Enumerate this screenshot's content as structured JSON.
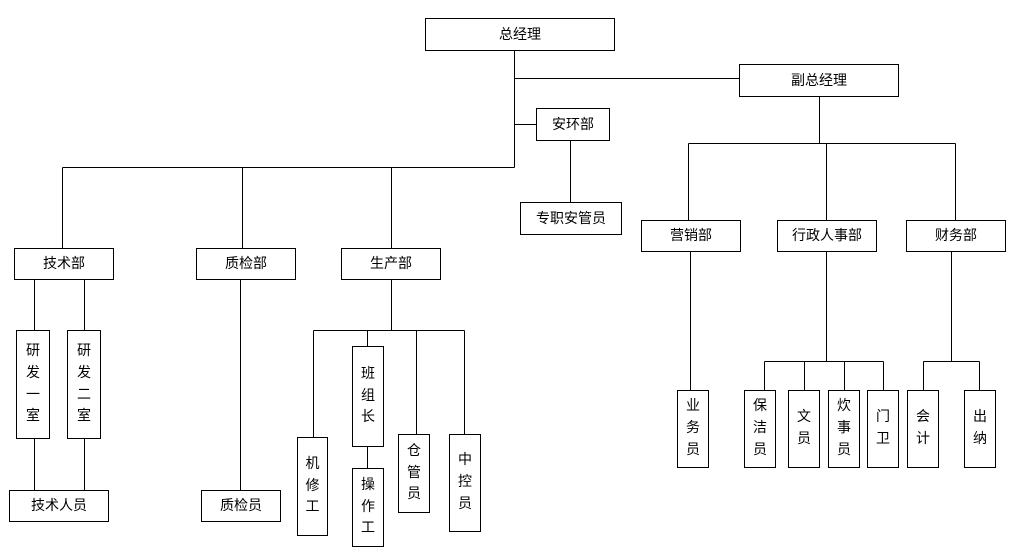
{
  "nodes": {
    "ceo": "总经理",
    "vice": "副总经理",
    "safety": "安环部",
    "safety_officer": "专职安管员",
    "tech": "技术部",
    "qc": "质检部",
    "production": "生产部",
    "rd1": "研发一室",
    "rd2": "研发二室",
    "tech_staff": "技术人员",
    "qc_inspector": "质检员",
    "team_leader": "班组长",
    "mechanic": "机修工",
    "operator": "操作工",
    "warehouse": "仓管员",
    "control": "中控员",
    "sales": "营销部",
    "admin": "行政人事部",
    "finance": "财务部",
    "salesman": "业务员",
    "cleaner": "保洁员",
    "clerk": "文员",
    "cook": "炊事员",
    "guard": "门卫",
    "accountant": "会计",
    "cashier": "出纳"
  }
}
